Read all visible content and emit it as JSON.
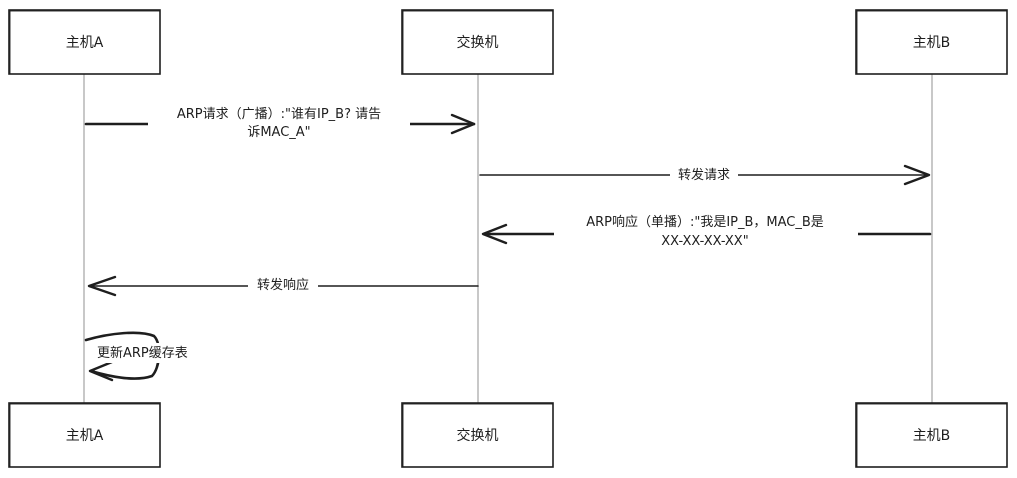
{
  "participants": {
    "host_a": "主机A",
    "switch": "交换机",
    "host_b": "主机B"
  },
  "messages": {
    "arp_request_line1": "ARP请求（广播）:\"谁有IP_B? 请告",
    "arp_request_line2": "诉MAC_A\"",
    "forward_request": "转发请求",
    "arp_reply_line1": "ARP响应（单播）:\"我是IP_B，MAC_B是",
    "arp_reply_line2": "XX-XX-XX-XX\"",
    "forward_reply": "转发响应",
    "update_cache": "更新ARP缓存表"
  }
}
